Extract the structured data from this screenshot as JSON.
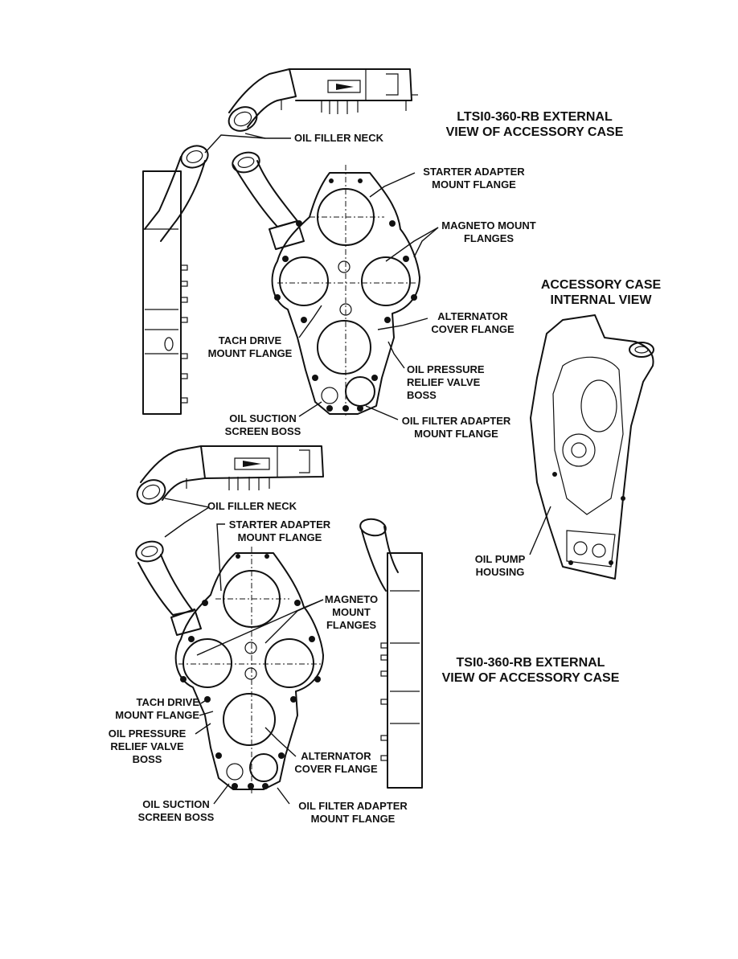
{
  "titles": {
    "ltsio": [
      "LTSI0-360-RB EXTERNAL",
      "VIEW OF ACCESSORY CASE"
    ],
    "internal": [
      "ACCESSORY CASE",
      "INTERNAL VIEW"
    ],
    "tsio": [
      "TSI0-360-RB EXTERNAL",
      "VIEW OF ACCESSORY CASE"
    ]
  },
  "top_labels": {
    "oil_filler_neck": "OIL FILLER NECK",
    "starter_adapter": [
      "STARTER ADAPTER",
      "MOUNT FLANGE"
    ],
    "magneto": [
      "MAGNETO MOUNT",
      "FLANGES"
    ],
    "alternator": [
      "ALTERNATOR",
      "COVER FLANGE"
    ],
    "tach_drive": [
      "TACH DRIVE",
      "MOUNT FLANGE"
    ],
    "oil_pressure": [
      "OIL PRESSURE",
      "RELIEF VALVE",
      "BOSS"
    ],
    "oil_suction": [
      "OIL SUCTION",
      "SCREEN BOSS"
    ],
    "oil_filter": [
      "OIL FILTER ADAPTER",
      "MOUNT FLANGE"
    ]
  },
  "internal_labels": {
    "oil_pump": [
      "OIL PUMP",
      "HOUSING"
    ]
  },
  "bottom_labels": {
    "oil_filler_neck": "OIL FILLER NECK",
    "starter_adapter": [
      "STARTER ADAPTER",
      "MOUNT FLANGE"
    ],
    "magneto": [
      "MAGNETO",
      "MOUNT",
      "FLANGES"
    ],
    "tach_drive": [
      "TACH DRIVE",
      "MOUNT FLANGE"
    ],
    "oil_pressure": [
      "OIL PRESSURE",
      "RELIEF VALVE",
      "BOSS"
    ],
    "alternator": [
      "ALTERNATOR",
      "COVER FLANGE"
    ],
    "oil_suction": [
      "OIL SUCTION",
      "SCREEN BOSS"
    ],
    "oil_filter": [
      "OIL FILTER ADAPTER",
      "MOUNT FLANGE"
    ]
  }
}
